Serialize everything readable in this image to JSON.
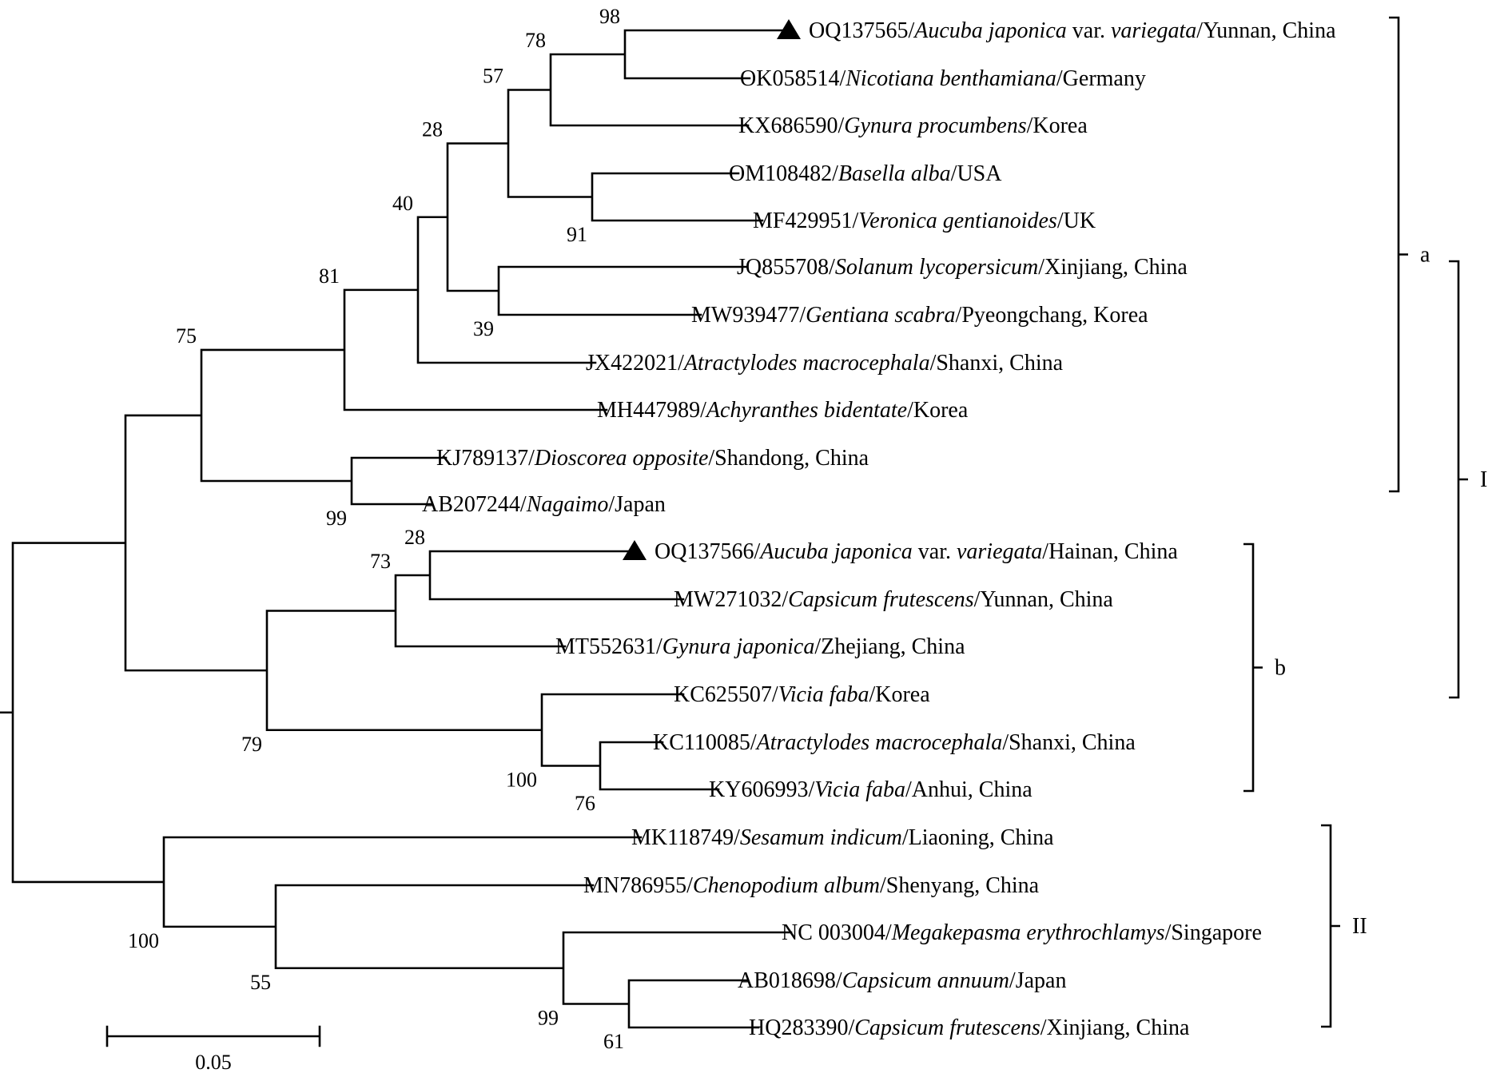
{
  "leaves": [
    {
      "acc": "OQ137565",
      "species": "Aucuba japonica",
      "var": "var.",
      "varname": "variegata",
      "loc": "Yunnan, China",
      "marked": true
    },
    {
      "acc": "OK058514",
      "species": "Nicotiana benthamiana",
      "loc": "Germany"
    },
    {
      "acc": "KX686590",
      "species": "Gynura procumbens",
      "loc": "Korea"
    },
    {
      "acc": "OM108482",
      "species": "Basella alba",
      "loc": "USA"
    },
    {
      "acc": "MF429951",
      "species": "Veronica gentianoides",
      "loc": "UK"
    },
    {
      "acc": "JQ855708",
      "species": "Solanum lycopersicum",
      "loc": "Xinjiang, China"
    },
    {
      "acc": "MW939477",
      "species": "Gentiana scabra",
      "loc": "Pyeongchang, Korea"
    },
    {
      "acc": "JX422021",
      "species": "Atractylodes macrocephala",
      "loc": "Shanxi, China"
    },
    {
      "acc": "MH447989",
      "species": "Achyranthes bidentate",
      "loc": "Korea"
    },
    {
      "acc": "KJ789137",
      "species": "Dioscorea opposite",
      "loc": "Shandong, China"
    },
    {
      "acc": "AB207244",
      "species": "Nagaimo",
      "loc": "Japan"
    },
    {
      "acc": "OQ137566",
      "species": "Aucuba japonica",
      "var": "var.",
      "varname": "variegata",
      "loc": "Hainan, China",
      "marked": true
    },
    {
      "acc": "MW271032",
      "species": "Capsicum frutescens",
      "loc": "Yunnan, China"
    },
    {
      "acc": "MT552631",
      "species": "Gynura japonica",
      "loc": "Zhejiang, China"
    },
    {
      "acc": "KC625507",
      "species": "Vicia faba",
      "loc": "Korea"
    },
    {
      "acc": "KC110085",
      "species": "Atractylodes macrocephala",
      "loc": "Shanxi, China"
    },
    {
      "acc": "KY606993",
      "species": "Vicia faba",
      "loc": "Anhui, China"
    },
    {
      "acc": "MK118749",
      "species": "Sesamum indicum",
      "loc": "Liaoning, China"
    },
    {
      "acc": "MN786955",
      "species": "Chenopodium album",
      "loc": "Shenyang, China"
    },
    {
      "acc": "NC 003004",
      "species": "Megakepasma erythrochlamys",
      "loc": "Singapore"
    },
    {
      "acc": "AB018698",
      "species": "Capsicum annuum",
      "loc": "Japan"
    },
    {
      "acc": "HQ283390",
      "species": "Capsicum frutescens",
      "loc": "Xinjiang, China"
    }
  ],
  "bootstrap": [
    "98",
    "78",
    "57",
    "91",
    "28",
    "39",
    "40",
    "81",
    "75",
    "99",
    "28",
    "73",
    "100",
    "76",
    "79",
    "100",
    "99",
    "61",
    "55"
  ],
  "groups": {
    "a": "a",
    "b": "b",
    "I": "I",
    "II": "II"
  },
  "scale_bar": {
    "label": "0.05",
    "value": 0.05
  }
}
